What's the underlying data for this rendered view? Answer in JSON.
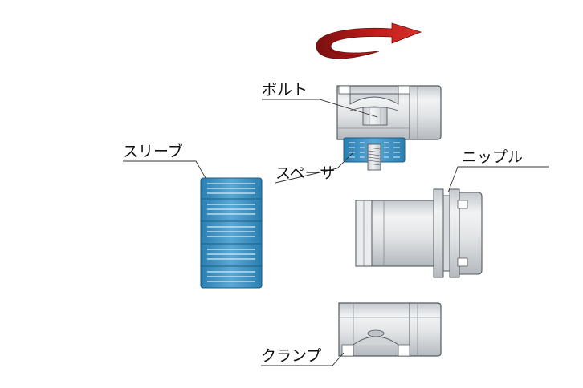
{
  "labels": {
    "bolt": "ボルト",
    "sleeve": "スリーブ",
    "spacer": "スペーサ",
    "nipple": "ニップル",
    "clamp": "クランプ"
  },
  "colors": {
    "arrow": "#c8231f",
    "arrow_dark": "#7a1010",
    "blue": "#3b8fc0",
    "blue_light": "#6fb6dc",
    "metal": "#e4e6e8",
    "metal_dark": "#b9bdc1",
    "outline": "#555b60"
  }
}
